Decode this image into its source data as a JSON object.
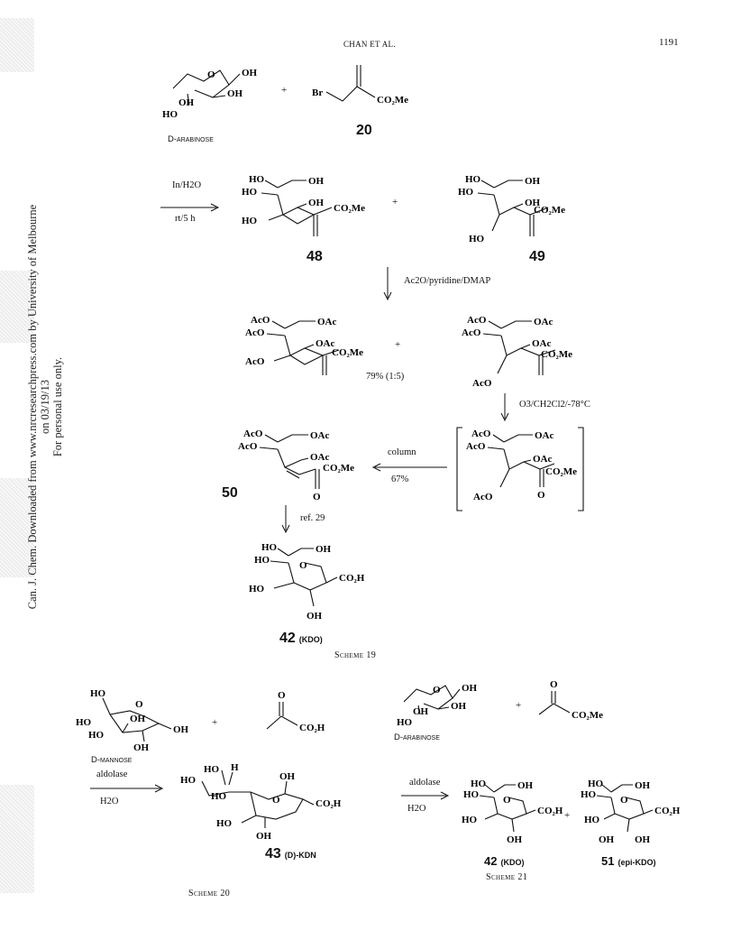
{
  "header": {
    "running_title": "CHAN ET AL.",
    "page_number": "1191"
  },
  "sidebar_text": {
    "line1": "Can. J. Chem. Downloaded from www.nrcresearchpress.com by University of Melbourne on 03/19/13",
    "line2": "For personal use only."
  },
  "scheme19": {
    "start_label": "D-arabinose",
    "reagent_num": "20",
    "step1_reagent": "In/H2O",
    "step1_cond": "rt/5 h",
    "p48": "48",
    "p49": "49",
    "step2_reagent": "Ac2O/pyridine/DMAP",
    "yield": "79% (1:5)",
    "step3_reagent": "O3/CH2Cl2/-78°C",
    "step4_reagent": "column",
    "step4_yield": "67%",
    "p50": "50",
    "step5_ref": "ref. 29",
    "final_num": "42",
    "final_label": "(KDO)",
    "caption": "Scheme 19"
  },
  "scheme20": {
    "start_label": "D-mannose",
    "reagent": "aldolase",
    "solvent": "H2O",
    "product_num": "43",
    "product_label": "(D)-KDN",
    "caption": "Scheme 20"
  },
  "scheme21": {
    "start_label": "D-arabinose",
    "reagent": "aldolase",
    "solvent": "H2O",
    "p42_num": "42",
    "p42_label": "(KDO)",
    "p51_num": "51",
    "p51_label": "(epi-KDO)",
    "caption": "Scheme 21"
  },
  "symbols": {
    "plus": "+"
  }
}
